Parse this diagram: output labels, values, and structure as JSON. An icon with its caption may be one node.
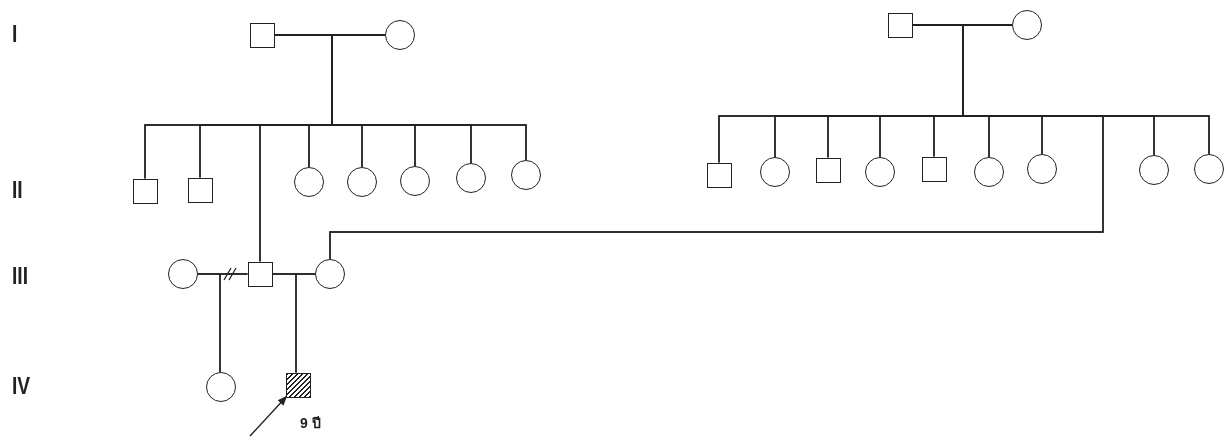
{
  "diagram": {
    "nodes": [
      {
        "text": [],
        "shape": "box"
      },
      {
        "text": [],
        "shape": "circle"
      },
      {
        "text": [],
        "shape": "box"
      },
      {
        "text": [],
        "shape": "circle"
      },
      {
        "text": [],
        "shape": "box"
      },
      {
        "text": [],
        "shape": "box"
      },
      {
        "text": [],
        "shape": "circle"
      },
      {
        "text": [],
        "shape": "circle"
      },
      {
        "text": [],
        "shape": "circle"
      },
      {
        "text": [],
        "shape": "circle"
      },
      {
        "text": [],
        "shape": "circle"
      },
      {
        "text": [],
        "shape": "box"
      },
      {
        "text": [],
        "shape": "circle"
      },
      {
        "text": [],
        "shape": "box"
      },
      {
        "text": [],
        "shape": "circle"
      },
      {
        "text": [],
        "shape": "box"
      },
      {
        "text": [],
        "shape": "circle"
      },
      {
        "text": [],
        "shape": "circle"
      },
      {
        "text": [],
        "shape": "circle"
      },
      {
        "text": [],
        "shape": "circle"
      },
      {
        "text": [],
        "shape": "circle"
      },
      {
        "text": [],
        "shape": "box"
      },
      {
        "text": [],
        "shape": "circle"
      },
      {
        "text": [],
        "shape": "circle"
      },
      {
        "text": [],
        "shape": "box",
        "beside": [
          "9 ปี"
        ]
      }
    ],
    "edges": [
      {
        "from": 0,
        "to": 1,
        "arrow": "none"
      },
      {
        "from": 2,
        "to": 3,
        "arrow": "none"
      },
      {
        "from": 0,
        "to": 4,
        "arrow": "none"
      },
      {
        "from": 1,
        "to": 4,
        "arrow": "none"
      },
      {
        "from": 0,
        "to": 5,
        "arrow": "none"
      },
      {
        "from": 1,
        "to": 5,
        "arrow": "none"
      },
      {
        "from": 0,
        "to": 21,
        "arrow": "none"
      },
      {
        "from": 1,
        "to": 21,
        "arrow": "none"
      },
      {
        "from": 0,
        "to": 6,
        "arrow": "none"
      },
      {
        "from": 1,
        "to": 6,
        "arrow": "none"
      },
      {
        "from": 0,
        "to": 7,
        "arrow": "none"
      },
      {
        "from": 1,
        "to": 7,
        "arrow": "none"
      },
      {
        "from": 0,
        "to": 8,
        "arrow": "none"
      },
      {
        "from": 1,
        "to": 8,
        "arrow": "none"
      },
      {
        "from": 0,
        "to": 9,
        "arrow": "none"
      },
      {
        "from": 1,
        "to": 9,
        "arrow": "none"
      },
      {
        "from": 0,
        "to": 10,
        "arrow": "none"
      },
      {
        "from": 1,
        "to": 10,
        "arrow": "none"
      },
      {
        "from": 2,
        "to": 11,
        "arrow": "none"
      },
      {
        "from": 3,
        "to": 11,
        "arrow": "none"
      },
      {
        "from": 2,
        "to": 12,
        "arrow": "none"
      },
      {
        "from": 3,
        "to": 12,
        "arrow": "none"
      },
      {
        "from": 2,
        "to": 13,
        "arrow": "none"
      },
      {
        "from": 3,
        "to": 13,
        "arrow": "none"
      },
      {
        "from": 2,
        "to": 14,
        "arrow": "none"
      },
      {
        "from": 3,
        "to": 14,
        "arrow": "none"
      },
      {
        "from": 2,
        "to": 15,
        "arrow": "none"
      },
      {
        "from": 3,
        "to": 15,
        "arrow": "none"
      },
      {
        "from": 2,
        "to": 16,
        "arrow": "none"
      },
      {
        "from": 3,
        "to": 16,
        "arrow": "none"
      },
      {
        "from": 2,
        "to": 17,
        "arrow": "none"
      },
      {
        "from": 3,
        "to": 17,
        "arrow": "none"
      },
      {
        "from": 2,
        "to": 22,
        "arrow": "none"
      },
      {
        "from": 3,
        "to": 22,
        "arrow": "none"
      },
      {
        "from": 2,
        "to": 18,
        "arrow": "none"
      },
      {
        "from": 3,
        "to": 18,
        "arrow": "none"
      },
      {
        "from": 2,
        "to": 19,
        "arrow": "none"
      },
      {
        "from": 3,
        "to": 19,
        "arrow": "none"
      },
      {
        "from": 21,
        "to": 20,
        "arrow": "none"
      },
      {
        "from": 21,
        "to": 22,
        "arrow": "none"
      },
      {
        "from": 20,
        "to": 23,
        "arrow": "none"
      },
      {
        "from": 21,
        "to": 23,
        "arrow": "none"
      },
      {
        "from": 21,
        "to": 24,
        "arrow": "none"
      },
      {
        "from": 22,
        "to": 24,
        "arrow": "none"
      },
      {
        "from": null,
        "to": 24,
        "arrow": "to"
      }
    ],
    "labels": [
      "I",
      "II",
      "III",
      "IV"
    ]
  }
}
